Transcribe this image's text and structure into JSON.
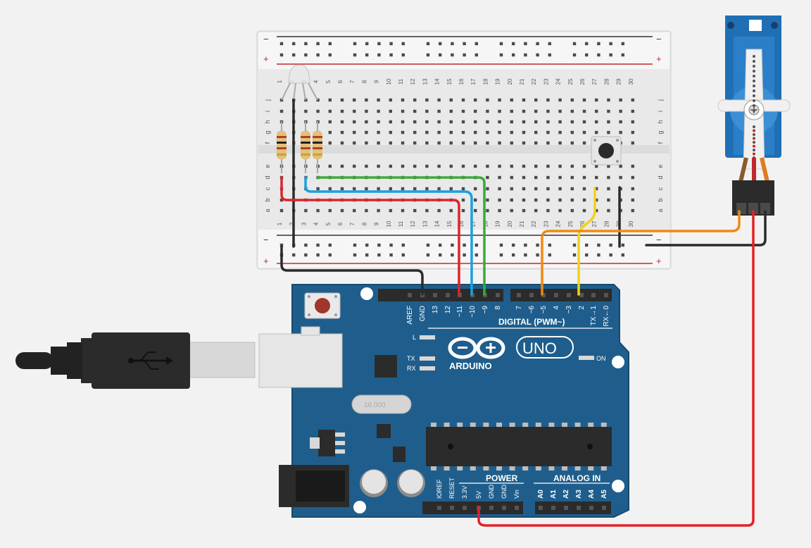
{
  "breadboard": {
    "row_labels_top": [
      "j",
      "i",
      "h",
      "g",
      "f"
    ],
    "row_labels_bottom": [
      "e",
      "d",
      "c",
      "b",
      "a"
    ],
    "rail_plus": "+",
    "rail_minus": "−",
    "column_count": 30
  },
  "arduino": {
    "brand": "ARDUINO",
    "model": "UNO",
    "digital_label": "DIGITAL (PWM~)",
    "power_label": "POWER",
    "analog_label": "ANALOG IN",
    "on_label": "ON",
    "l_label": "L",
    "tx_label": "TX",
    "rx_label": "RX",
    "crystal_label": "16.000",
    "digital_pins": [
      "AREF",
      "GND",
      "13",
      "12",
      "~11",
      "~10",
      "~9",
      "8",
      "7",
      "~6",
      "~5",
      "4",
      "~3",
      "2",
      "TX→1",
      "RX←0"
    ],
    "power_pins": [
      "IOREF",
      "RESET",
      "3.3V",
      "5V",
      "GND",
      "GND",
      "Vin"
    ],
    "analog_pins": [
      "A0",
      "A1",
      "A2",
      "A3",
      "A4",
      "A5"
    ]
  },
  "colors": {
    "board": "#1f5e8c",
    "wire_red": "#e0232b",
    "wire_black": "#2b2b2b",
    "wire_blue": "#1ba0dc",
    "wire_green": "#3aaa3a",
    "wire_orange": "#ef8a14",
    "wire_yellow": "#f2d218",
    "servo": "#1f6fb5"
  }
}
